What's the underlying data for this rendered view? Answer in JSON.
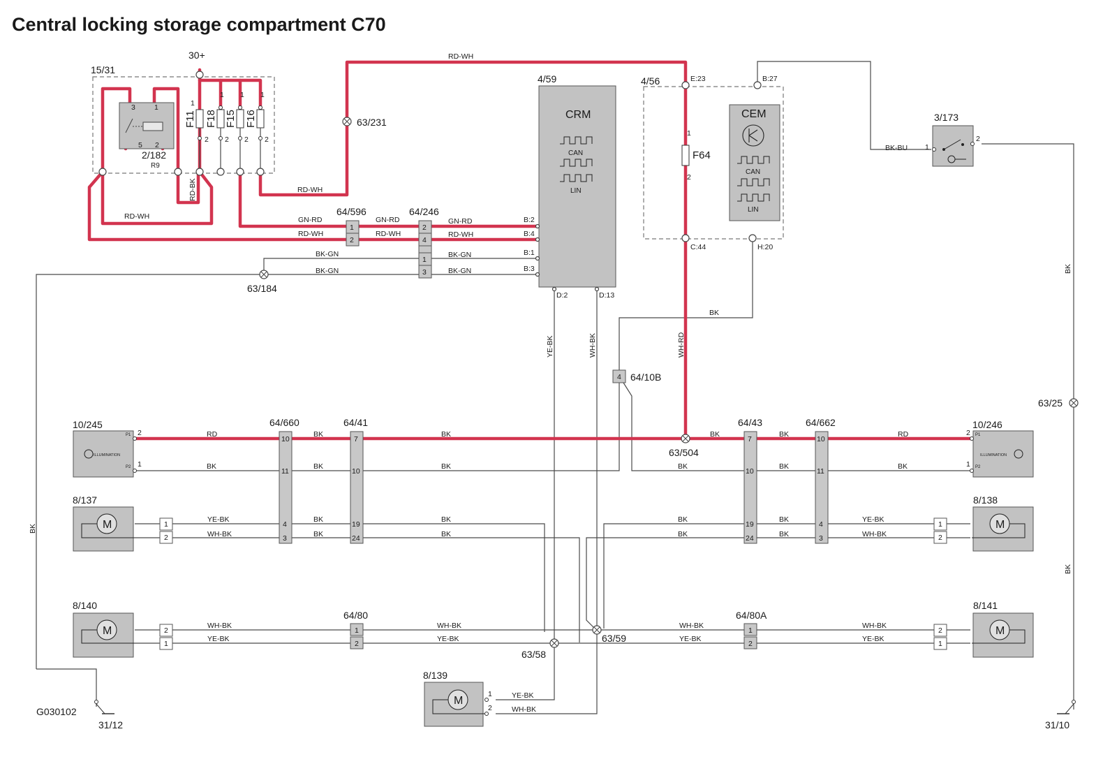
{
  "title": "Central locking storage compartment C70",
  "code": "G030102",
  "supply": "30+",
  "fusebox": {
    "id": "15/31",
    "relay": "2/182",
    "relay_sub": "R9",
    "fuses": [
      "F11",
      "F18",
      "F15",
      "F16"
    ],
    "pin1": "1",
    "pin2": "2",
    "relay_pins": [
      "3",
      "1",
      "5",
      "2"
    ]
  },
  "crm": {
    "id": "4/59",
    "name": "CRM",
    "can": "CAN",
    "lin": "LIN",
    "pins": [
      "B:2",
      "B:4",
      "B:1",
      "B:3",
      "D:2",
      "D:13"
    ]
  },
  "cem": {
    "id": "4/56",
    "name": "CEM",
    "can": "CAN",
    "lin": "LIN",
    "fuse": "F64",
    "pins": [
      "E:23",
      "B:27",
      "C:44",
      "H:20"
    ]
  },
  "switch": {
    "id": "3/173",
    "pins": [
      "1",
      "2"
    ]
  },
  "grounds": [
    "31/12",
    "31/10"
  ],
  "splices": [
    "63/231",
    "63/184",
    "63/504",
    "63/25",
    "63/58",
    "63/59"
  ],
  "connectors": [
    "64/596",
    "64/246",
    "64/10B",
    "64/660",
    "64/41",
    "64/43",
    "64/662",
    "64/80",
    "64/80A"
  ],
  "components": [
    "10/245",
    "10/246",
    "8/137",
    "8/138",
    "8/140",
    "8/141",
    "8/139"
  ],
  "illumination": "ILLUMINATION",
  "motor": "M",
  "lamp_pins": [
    "P1",
    "P2"
  ],
  "wires": [
    "RD-WH",
    "RD-BK",
    "GN-RD",
    "BK-GN",
    "BK-BU",
    "BK",
    "RD",
    "YE-BK",
    "WH-BK",
    "WH-RD"
  ],
  "conn_pins": {
    "c596": [
      "1",
      "2"
    ],
    "c246": [
      "2",
      "4",
      "1",
      "3"
    ],
    "c10b": [
      "4"
    ],
    "c660": [
      "10",
      "11",
      "4",
      "3"
    ],
    "c41": [
      "7",
      "10",
      "19",
      "24"
    ],
    "c43": [
      "7",
      "10",
      "19",
      "24"
    ],
    "c662": [
      "10",
      "11",
      "4",
      "3"
    ],
    "c80": [
      "1",
      "2"
    ],
    "c80a": [
      "1",
      "2"
    ],
    "m137": [
      "1",
      "2"
    ],
    "m138": [
      "1",
      "2"
    ],
    "m140": [
      "2",
      "1"
    ],
    "m141": [
      "2",
      "1"
    ],
    "m139": [
      "1",
      "2"
    ],
    "lamp": [
      "2",
      "1"
    ]
  },
  "colors": {
    "red_wire": "#d2344f",
    "black_wire": "#4a4a4a",
    "component": "#c2c2c2"
  }
}
